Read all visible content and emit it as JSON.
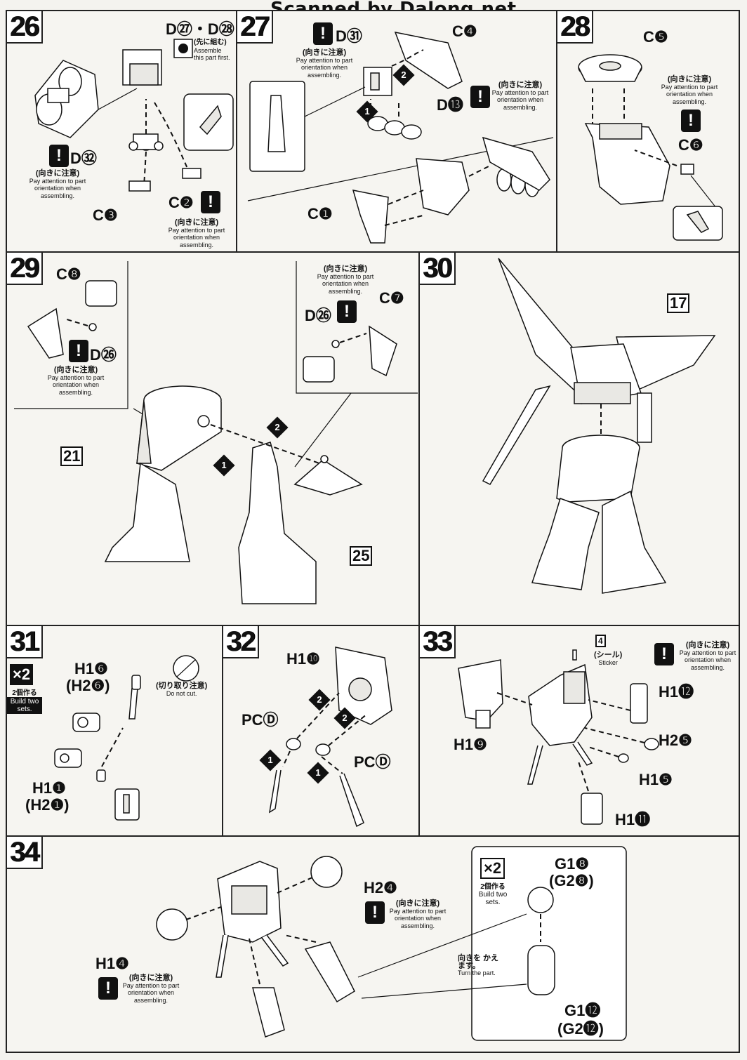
{
  "watermark": "Scanned by Dalong.net",
  "note_jp": "(向きに注意)",
  "note_en": "Pay attention to part orientation when assembling.",
  "steps": {
    "s26": {
      "num": "26",
      "d27_28": "D㉗・D㉘",
      "d27_28_jp": "(先に組む)",
      "d27_28_en": "Assemble this part first.",
      "d32": "D㉜",
      "c2": "C❷",
      "c3": "C❸"
    },
    "s27": {
      "num": "27",
      "d31": "D㉛",
      "c4": "C❹",
      "d13": "D⓭",
      "c1": "C❶"
    },
    "s28": {
      "num": "28",
      "c5": "C❺",
      "c6": "C❻"
    },
    "s29": {
      "num": "29",
      "c8": "C❽",
      "d26a": "D㉖",
      "d26b": "D㉖",
      "c7": "C❼",
      "ref21": "21",
      "ref25": "25"
    },
    "s30": {
      "num": "30",
      "ref17": "17"
    },
    "s31": {
      "num": "31",
      "x2": "×2",
      "build_jp": "2個作る",
      "build_en": "Build two sets.",
      "h1_6": "H1❻",
      "h2_6": "(H2❻)",
      "cut_jp": "(切り取り注意)",
      "cut_en": "Do not cut.",
      "h1_1": "H1❶",
      "h2_1": "(H2❶)"
    },
    "s32": {
      "num": "32",
      "h1_10": "H1❿",
      "pcd1": "PCⒹ",
      "pcd2": "PCⒹ"
    },
    "s33": {
      "num": "33",
      "sticker_num": "4",
      "sticker_jp": "(シール)",
      "sticker_en": "Sticker",
      "h1_12": "H1⓬",
      "h1_9": "H1❾",
      "h2_5": "H2❺",
      "h1_5": "H1❺",
      "h1_11": "H1⓫"
    },
    "s34": {
      "num": "34",
      "h2_4": "H2❹",
      "h1_4": "H1❹",
      "x2": "×2",
      "build_jp": "2個作る",
      "build_en": "Build two sets.",
      "g1_8": "G1❽",
      "g2_8": "(G2❽)",
      "turn_jp": "向きを かえます。",
      "turn_en": "Turn the part.",
      "g1_12": "G1⓬",
      "g2_12": "(G2⓬)"
    }
  },
  "arrow_marks": [
    "1",
    "2"
  ]
}
